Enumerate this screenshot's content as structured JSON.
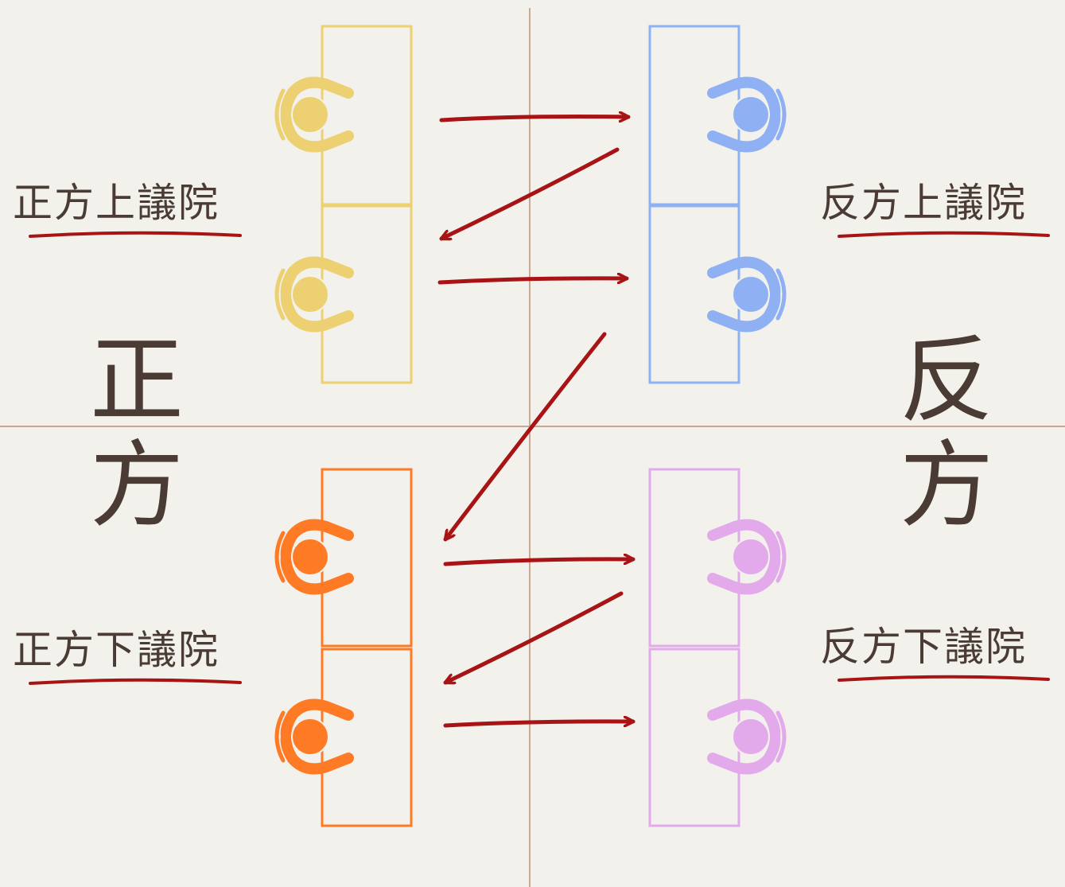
{
  "labels": {
    "aff_upper": "正方上議院",
    "neg_upper": "反方上議院",
    "aff_lower": "正方下議院",
    "neg_lower": "反方下議院",
    "aff_side": "正方",
    "neg_side": "反方"
  },
  "colors": {
    "background": "#f3f1ec",
    "divider": "#c9a994",
    "text": "#4a3c35",
    "arrow": "#a81416",
    "underline": "#a81416",
    "aff_upper": "#ecd071",
    "neg_upper": "#8fb1f3",
    "aff_lower": "#fe7a24",
    "neg_lower": "#e2aaeb"
  },
  "speaking_order": [
    "正方上議院 1 → 反方上議院 1",
    "反方上議院 1 → 正方上議院 2",
    "正方上議院 2 → 反方上議院 2",
    "反方上議院 2 → 正方下議院 1",
    "正方下議院 1 → 反方下議院 1",
    "反方下議院 1 → 正方下議院 2",
    "正方下議院 2 → 反方下議院 2"
  ]
}
